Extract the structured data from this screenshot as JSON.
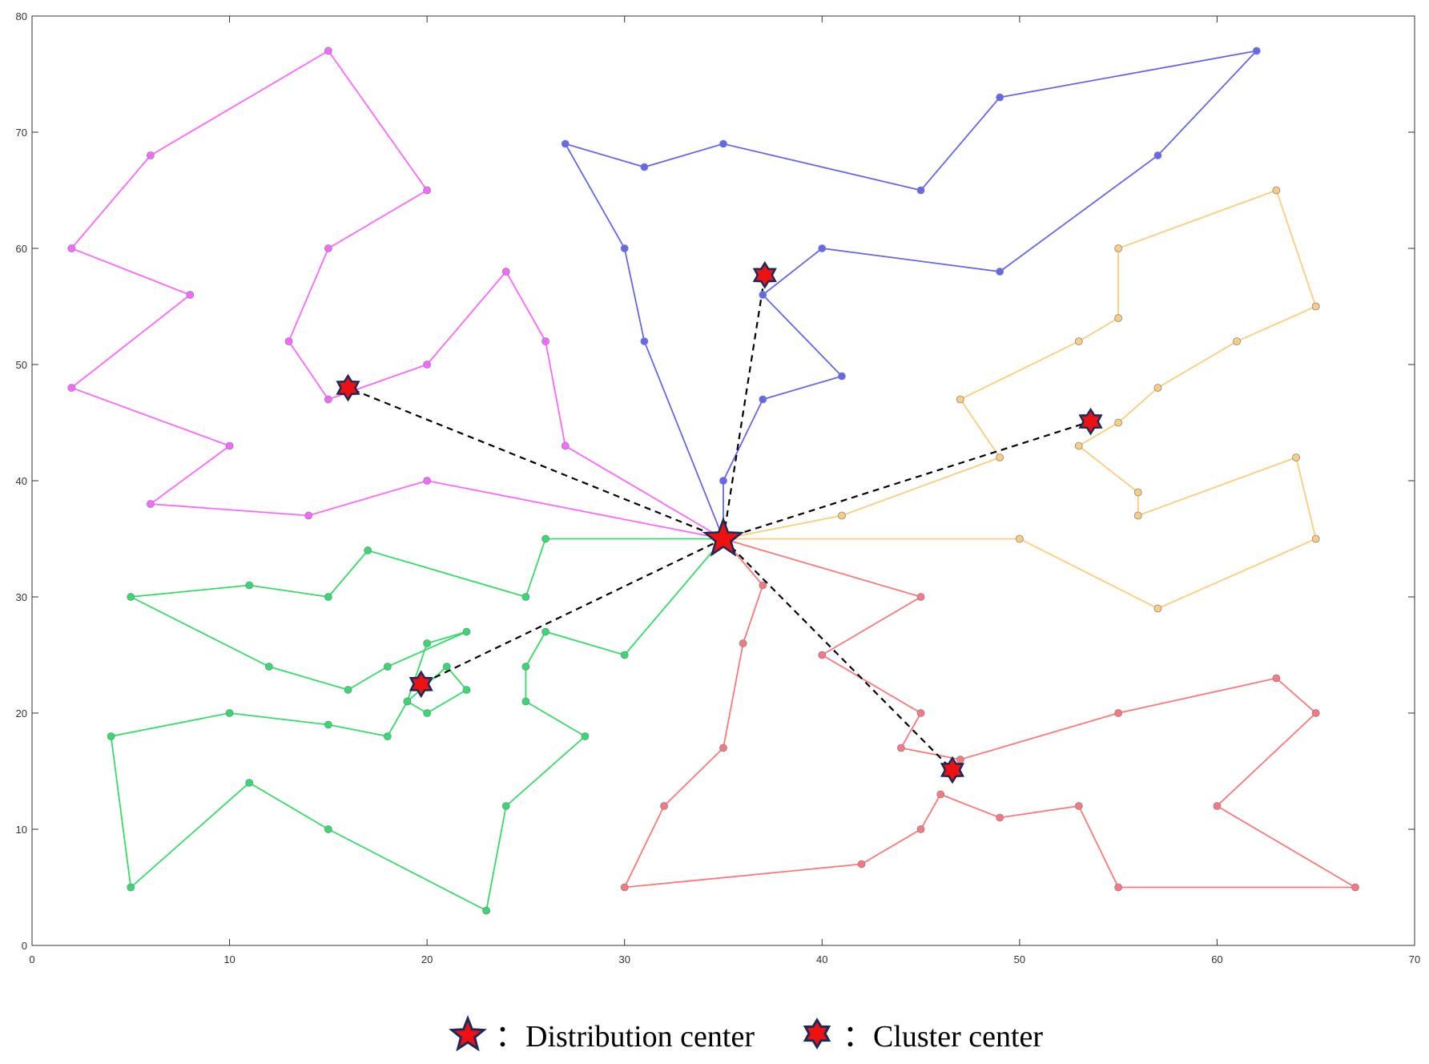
{
  "chart_data": {
    "type": "line",
    "title": "",
    "xlabel": "",
    "ylabel": "",
    "xlim": [
      0,
      70
    ],
    "ylim": [
      0,
      80
    ],
    "xticks": [
      0,
      10,
      20,
      30,
      40,
      50,
      60,
      70
    ],
    "yticks": [
      0,
      10,
      20,
      30,
      40,
      50,
      60,
      70,
      80
    ],
    "grid": false,
    "distribution_center": {
      "x": 35,
      "y": 35
    },
    "series": [
      {
        "color": "#ff66ff",
        "points": [
          [
            35,
            35
          ],
          [
            27,
            43
          ],
          [
            26,
            52
          ],
          [
            24,
            58
          ],
          [
            20,
            50
          ],
          [
            15,
            47
          ],
          [
            13,
            52
          ],
          [
            15,
            60
          ],
          [
            20,
            65
          ],
          [
            15,
            77
          ],
          [
            6,
            68
          ],
          [
            2,
            60
          ],
          [
            8,
            56
          ],
          [
            2,
            48
          ],
          [
            10,
            43
          ],
          [
            6,
            38
          ],
          [
            14,
            37
          ],
          [
            20,
            40
          ],
          [
            35,
            35
          ]
        ],
        "cluster_center": {
          "x": 16,
          "y": 48
        }
      },
      {
        "color": "#6666ee",
        "points": [
          [
            35,
            35
          ],
          [
            35,
            40
          ],
          [
            37,
            47
          ],
          [
            41,
            49
          ],
          [
            37,
            56
          ],
          [
            40,
            60
          ],
          [
            49,
            58
          ],
          [
            57,
            68
          ],
          [
            62,
            77
          ],
          [
            49,
            73
          ],
          [
            45,
            65
          ],
          [
            35,
            69
          ],
          [
            31,
            67
          ],
          [
            27,
            69
          ],
          [
            30,
            60
          ],
          [
            31,
            52
          ],
          [
            35,
            35
          ]
        ],
        "cluster_center": {
          "x": 37.1,
          "y": 57.7
        }
      },
      {
        "color": "#ffcc77",
        "points": [
          [
            35,
            35
          ],
          [
            41,
            37
          ],
          [
            49,
            42
          ],
          [
            47,
            47
          ],
          [
            53,
            52
          ],
          [
            55,
            54
          ],
          [
            55,
            60
          ],
          [
            63,
            65
          ],
          [
            65,
            55
          ],
          [
            61,
            52
          ],
          [
            57,
            48
          ],
          [
            55,
            45
          ],
          [
            53,
            43
          ],
          [
            56,
            39
          ],
          [
            56,
            37
          ],
          [
            64,
            42
          ],
          [
            65,
            35
          ],
          [
            57,
            29
          ],
          [
            50,
            35
          ],
          [
            35,
            35
          ]
        ],
        "cluster_center": {
          "x": 53.6,
          "y": 45.1
        }
      },
      {
        "color": "#33dd66",
        "points": [
          [
            35,
            35
          ],
          [
            30,
            25
          ],
          [
            26,
            27
          ],
          [
            25,
            24
          ],
          [
            25,
            21
          ],
          [
            28,
            18
          ],
          [
            24,
            12
          ],
          [
            23,
            3
          ],
          [
            15,
            10
          ],
          [
            11,
            14
          ],
          [
            5,
            5
          ],
          [
            4,
            18
          ],
          [
            10,
            20
          ],
          [
            15,
            19
          ],
          [
            18,
            18
          ],
          [
            19,
            21
          ],
          [
            20,
            20
          ],
          [
            22,
            22
          ],
          [
            21,
            24
          ],
          [
            19,
            21
          ],
          [
            20,
            26
          ],
          [
            22,
            27
          ],
          [
            18,
            24
          ],
          [
            16,
            22
          ],
          [
            12,
            24
          ],
          [
            5,
            30
          ],
          [
            11,
            31
          ],
          [
            15,
            30
          ],
          [
            17,
            34
          ],
          [
            25,
            30
          ],
          [
            26,
            35
          ],
          [
            35,
            35
          ]
        ],
        "cluster_center": {
          "x": 19.7,
          "y": 22.5
        }
      },
      {
        "color": "#ff7777",
        "points": [
          [
            35,
            35
          ],
          [
            37,
            31
          ],
          [
            36,
            26
          ],
          [
            35,
            17
          ],
          [
            32,
            12
          ],
          [
            30,
            5
          ],
          [
            42,
            7
          ],
          [
            45,
            10
          ],
          [
            46,
            13
          ],
          [
            49,
            11
          ],
          [
            53,
            12
          ],
          [
            55,
            5
          ],
          [
            67,
            5
          ],
          [
            60,
            12
          ],
          [
            65,
            20
          ],
          [
            63,
            23
          ],
          [
            55,
            20
          ],
          [
            47,
            16
          ],
          [
            44,
            17
          ],
          [
            45,
            20
          ],
          [
            40,
            25
          ],
          [
            45,
            30
          ],
          [
            35,
            35
          ]
        ],
        "cluster_center": {
          "x": 46.6,
          "y": 15.1
        }
      }
    ],
    "legend": [
      {
        "symbol": "five-point-star",
        "label": "：Distribution center"
      },
      {
        "symbol": "six-point-star",
        "label": "：Cluster center"
      }
    ]
  }
}
